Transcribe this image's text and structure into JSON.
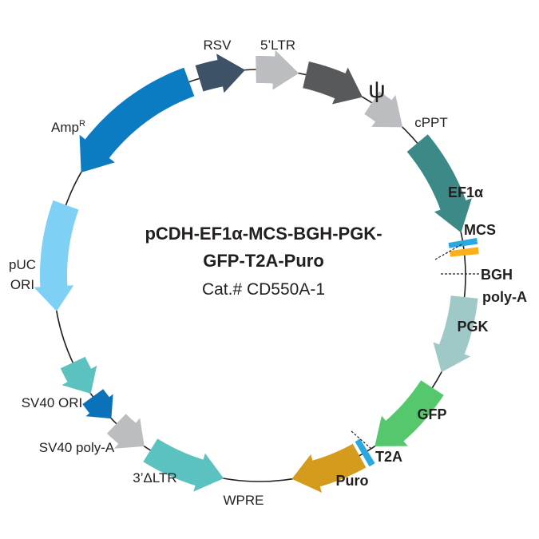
{
  "plasmid": {
    "title_line1": "pCDH-EF1α-MCS-BGH-PGK-",
    "title_line2": "GFP-T2A-Puro",
    "catalog": "Cat.# CD550A-1"
  },
  "features": {
    "rsv": {
      "label": "RSV",
      "color": "#3d5266"
    },
    "ltr5": {
      "label": "5’LTR",
      "color": "#bcbdc0"
    },
    "psi": {
      "label": "ψ",
      "color": "#58595b"
    },
    "cppt": {
      "label": "cPPT",
      "color": "#bcbdc0"
    },
    "ef1a": {
      "label": "EF1α",
      "color": "#3b8a87"
    },
    "mcs": {
      "label": "MCS",
      "color": "#29a9e0"
    },
    "bgh": {
      "label_line1": "BGH",
      "label_line2": "poly-A",
      "color": "#f9b01b"
    },
    "pgk": {
      "label": "PGK",
      "color": "#9fc9c6"
    },
    "gfp": {
      "label": "GFP",
      "color": "#55c86e"
    },
    "t2a": {
      "label": "T2A",
      "color": "#29a9e0"
    },
    "puro": {
      "label": "Puro",
      "color": "#d49b1c"
    },
    "wpre": {
      "label": "WPRE",
      "color": "#5cc2c0"
    },
    "ltr3": {
      "label": "3’ΔLTR",
      "color": "#bcbdc0"
    },
    "sv40pa": {
      "label": "SV40 poly-A",
      "color": "#0b71b9"
    },
    "sv40ori": {
      "label": "SV40 ORI",
      "color": "#5cc2c0"
    },
    "puc": {
      "label_line1": "pUC",
      "label_line2": "ORI",
      "color": "#7fd0f5"
    },
    "amp": {
      "label": "Amp",
      "label_sup": "R",
      "color": "#0b7bc2"
    }
  }
}
